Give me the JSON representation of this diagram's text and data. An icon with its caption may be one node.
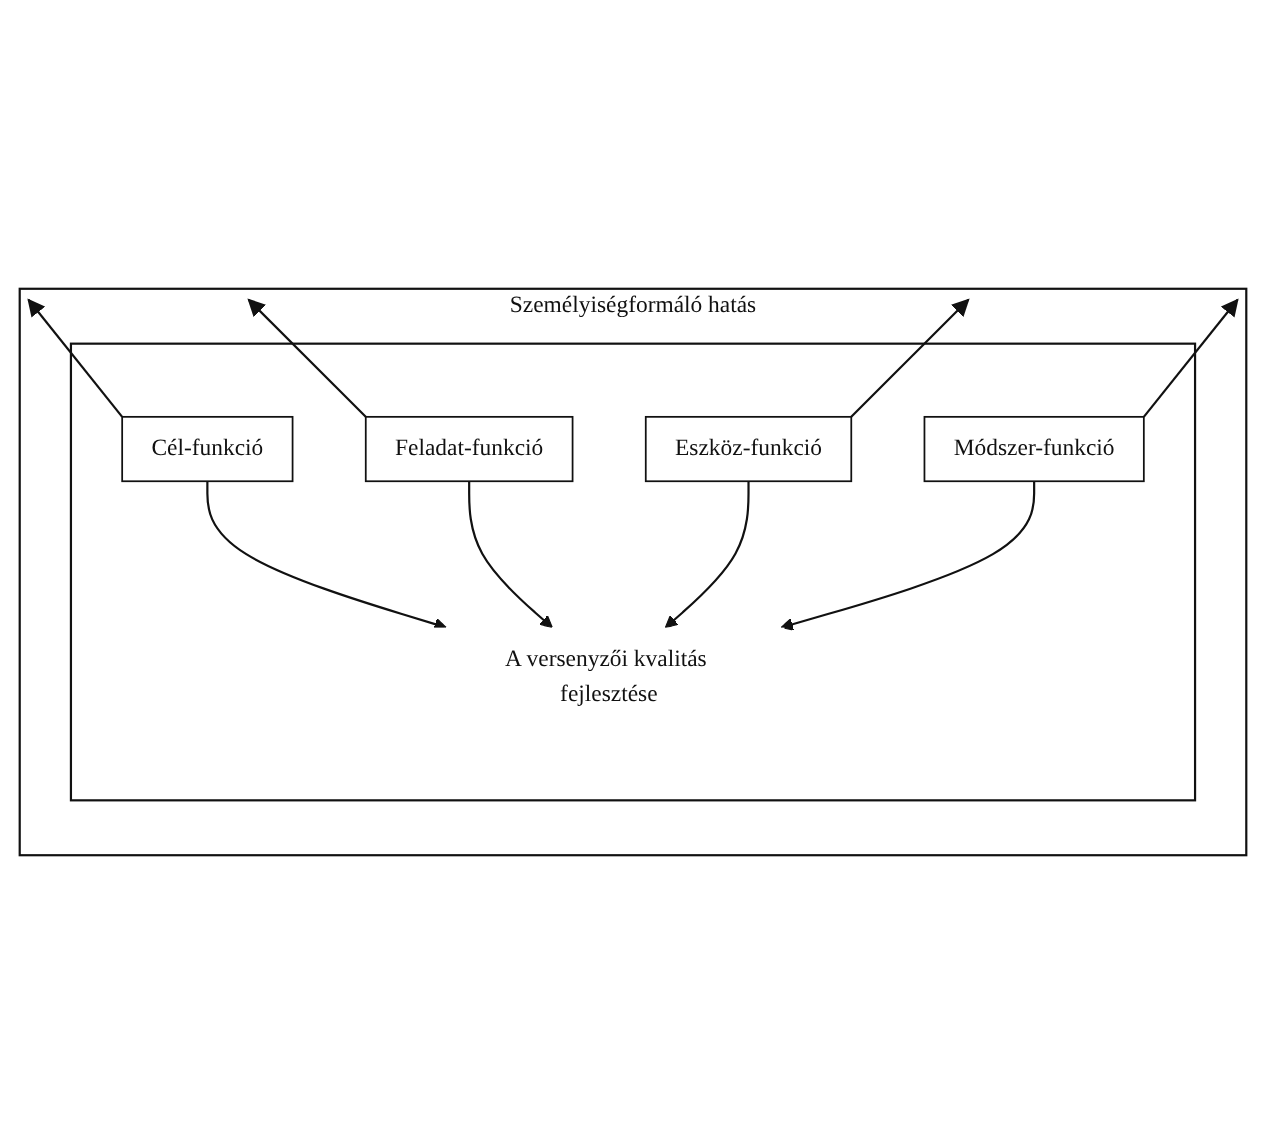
{
  "diagram": {
    "nodes": [
      {
        "text": [
          "Személyiségformáló hatás"
        ]
      },
      {
        "text": [],
        "shape": "box",
        "in": 0
      },
      {
        "text": [
          "Cél-funkció"
        ],
        "in": 1
      },
      {
        "text": [
          "Feladat-funkció"
        ],
        "in": 1
      },
      {
        "text": [
          "A versenyzői kvalitás fejlesztése"
        ],
        "in": 1
      },
      {
        "text": [
          "Eszköz-funkció"
        ],
        "in": 1
      },
      {
        "text": [
          "Módszer-funkció"
        ],
        "in": 1
      }
    ],
    "edges": [
      {
        "from": 2,
        "to": null,
        "arrow": "to"
      },
      {
        "from": 3,
        "to": null,
        "arrow": "to"
      },
      {
        "from": 2,
        "to": 4,
        "arrow": "to"
      },
      {
        "from": 3,
        "to": 4,
        "arrow": "to"
      },
      {
        "from": 5,
        "to": 4,
        "arrow": "to"
      },
      {
        "from": 6,
        "to": 4,
        "arrow": "to"
      },
      {
        "from": 5,
        "to": null,
        "arrow": "to"
      },
      {
        "from": 6,
        "to": null,
        "arrow": "to"
      }
    ]
  }
}
